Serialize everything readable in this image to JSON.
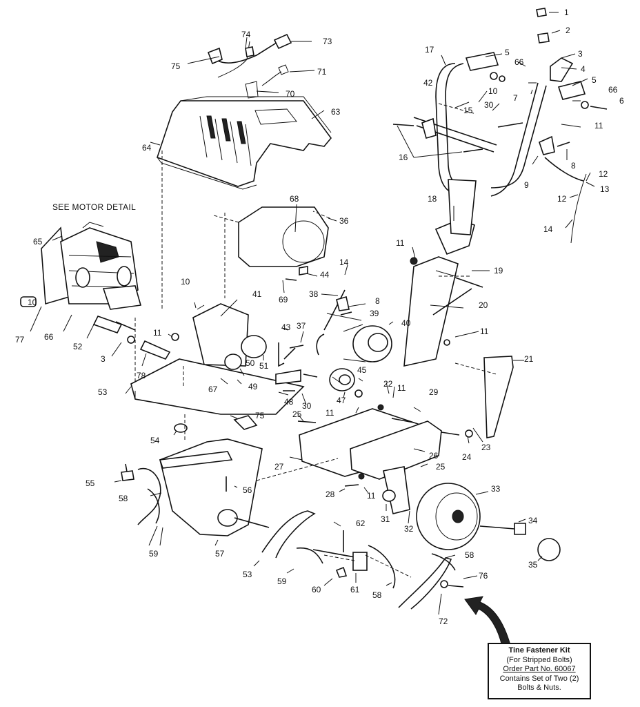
{
  "header": {
    "motor_detail_label": "SEE MOTOR DETAIL"
  },
  "kit": {
    "title": "Tine Fastener Kit",
    "subtitle": "(For Stripped Bolts)",
    "order": "Order Part No. 60067",
    "contains": "Contains Set of Two (2)",
    "items": "Bolts & Nuts."
  },
  "callouts": [
    "1",
    "2",
    "3",
    "4",
    "5",
    "66",
    "7",
    "5",
    "66",
    "6",
    "17",
    "42",
    "10",
    "15",
    "30",
    "11",
    "16",
    "8",
    "9",
    "12",
    "13",
    "12",
    "14",
    "74",
    "73",
    "75",
    "71",
    "70",
    "63",
    "64",
    "68",
    "36",
    "65",
    "18",
    "11",
    "19",
    "14",
    "44",
    "69",
    "10",
    "41",
    "38",
    "8",
    "39",
    "40",
    "20",
    "11",
    "43",
    "37",
    "10",
    "66",
    "52",
    "3",
    "77",
    "11",
    "78",
    "51",
    "50",
    "49",
    "67",
    "48",
    "30",
    "45",
    "47",
    "53",
    "22",
    "11",
    "21",
    "25",
    "29",
    "75",
    "11",
    "54",
    "24",
    "23",
    "27",
    "26",
    "25",
    "55",
    "56",
    "28",
    "11",
    "31",
    "32",
    "33",
    "58",
    "34",
    "62",
    "35",
    "59",
    "57",
    "53",
    "59",
    "60",
    "61",
    "58",
    "58",
    "76",
    "72"
  ]
}
